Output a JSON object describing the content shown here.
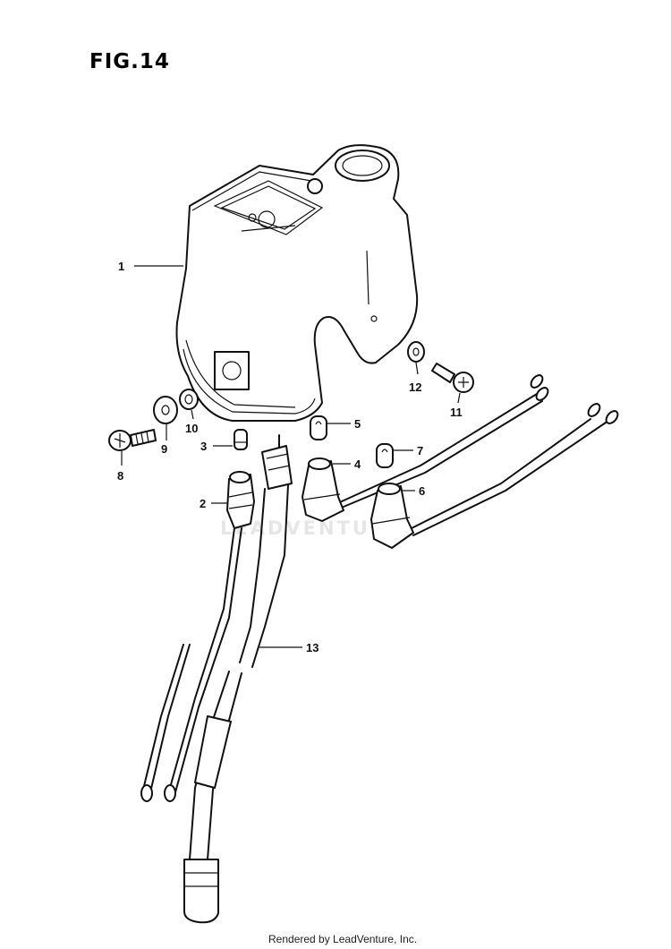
{
  "figure": {
    "title": "FIG.14",
    "watermark": "LEADVENTURE",
    "footer": "Rendered by LeadVenture, Inc."
  },
  "callouts": [
    {
      "id": "1",
      "label": "1"
    },
    {
      "id": "2",
      "label": "2"
    },
    {
      "id": "3",
      "label": "3"
    },
    {
      "id": "4",
      "label": "4"
    },
    {
      "id": "5",
      "label": "5"
    },
    {
      "id": "6",
      "label": "6"
    },
    {
      "id": "7",
      "label": "7"
    },
    {
      "id": "8",
      "label": "8"
    },
    {
      "id": "9",
      "label": "9"
    },
    {
      "id": "10",
      "label": "10"
    },
    {
      "id": "11",
      "label": "11"
    },
    {
      "id": "12",
      "label": "12"
    },
    {
      "id": "13",
      "label": "13"
    }
  ]
}
